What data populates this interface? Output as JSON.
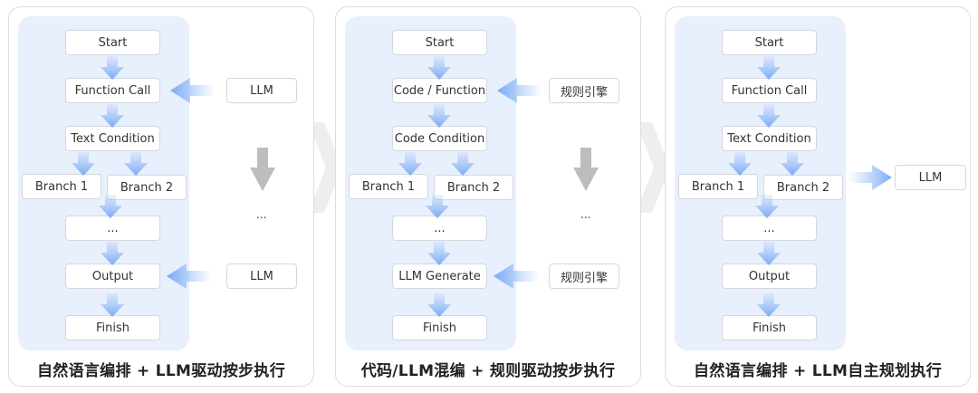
{
  "panels": [
    {
      "caption": "自然语言编排 + LLM驱动按步执行",
      "nodes": {
        "start": "Start",
        "step1": "Function Call",
        "condition": "Text Condition",
        "branch1": "Branch 1",
        "branch2": "Branch 2",
        "ellipsis": "...",
        "step2": "Output",
        "finish": "Finish"
      },
      "driver_top": "LLM",
      "driver_bottom": "LLM",
      "driver_ellipsis": "..."
    },
    {
      "caption": "代码/LLM混编 + 规则驱动按步执行",
      "nodes": {
        "start": "Start",
        "step1": "Code / Function",
        "condition": "Code Condition",
        "branch1": "Branch 1",
        "branch2": "Branch 2",
        "ellipsis": "...",
        "step2": "LLM Generate",
        "finish": "Finish"
      },
      "driver_top": "规则引擎",
      "driver_bottom": "规则引擎",
      "driver_ellipsis": "..."
    },
    {
      "caption": "自然语言编排 + LLM自主规划执行",
      "nodes": {
        "start": "Start",
        "step1": "Function Call",
        "condition": "Text Condition",
        "branch1": "Branch 1",
        "branch2": "Branch 2",
        "ellipsis": "...",
        "step2": "Output",
        "finish": "Finish"
      },
      "planner": "LLM"
    }
  ],
  "colors": {
    "flow_arrow": "#7fb0f5",
    "driver_arrow": "#bdbdbd",
    "inner_panel": "#e8effd",
    "chevron": "#efefef"
  }
}
